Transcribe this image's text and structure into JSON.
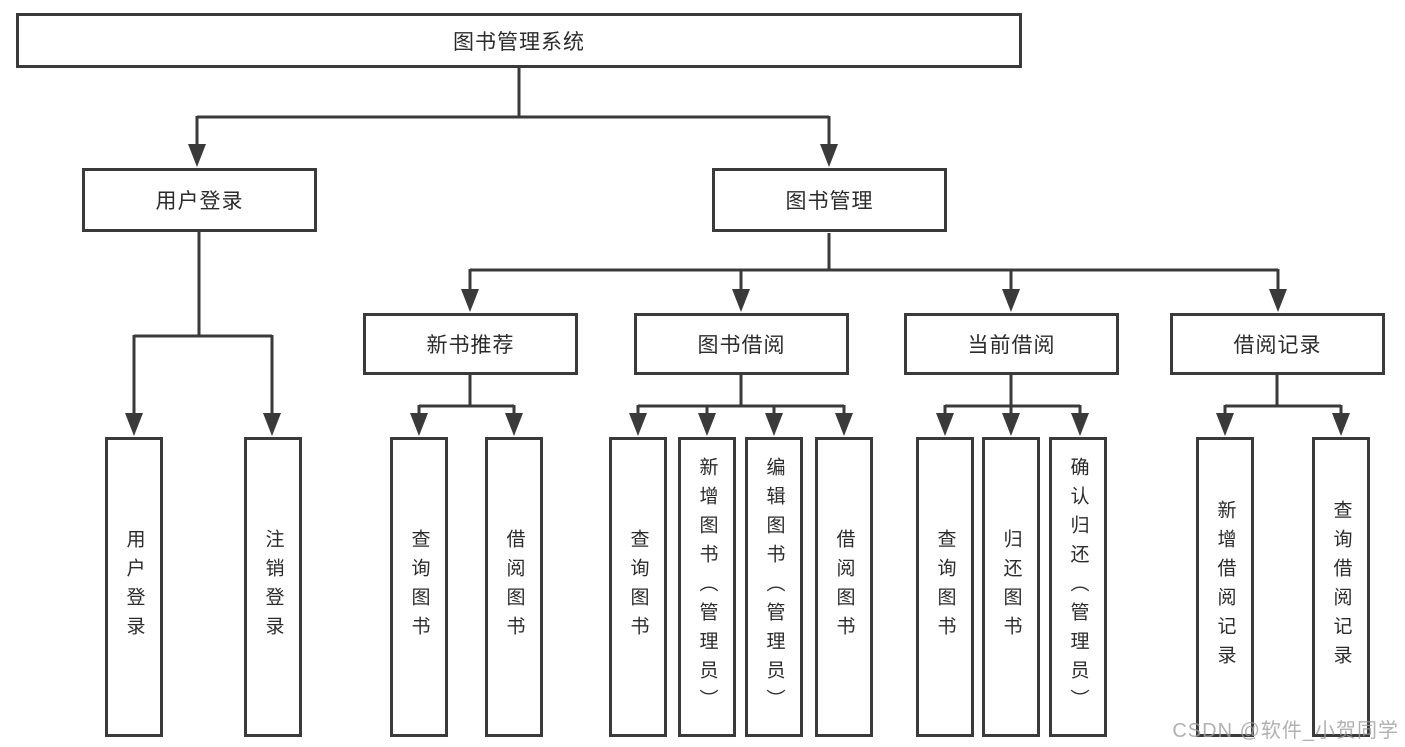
{
  "diagram": {
    "root": {
      "label": "图书管理系统"
    },
    "level2": [
      {
        "id": "user-login",
        "label": "用户登录"
      },
      {
        "id": "book-management",
        "label": "图书管理"
      }
    ],
    "level3": [
      {
        "id": "new-book-recommend",
        "label": "新书推荐"
      },
      {
        "id": "book-borrow",
        "label": "图书借阅"
      },
      {
        "id": "current-borrow",
        "label": "当前借阅"
      },
      {
        "id": "borrow-records",
        "label": "借阅记录"
      }
    ],
    "leaves": {
      "user_login": [
        "用户登录",
        "注销登录"
      ],
      "new_book": [
        "查询图书",
        "借阅图书"
      ],
      "book_borrow": [
        "查询图书",
        "新增图书（管理员）",
        "编辑图书（管理员）",
        "借阅图书"
      ],
      "current_borrow": [
        "查询图书",
        "归还图书",
        "确认归还（管理员）"
      ],
      "borrow_records": [
        "新增借阅记录",
        "查询借阅记录"
      ]
    }
  },
  "watermark": {
    "text": "CSDN @软件_小贺同学"
  },
  "colors": {
    "line": "#3a3a3a",
    "text": "#2b2b2b",
    "background": "#ffffff",
    "watermark": "#9e9e9e"
  }
}
